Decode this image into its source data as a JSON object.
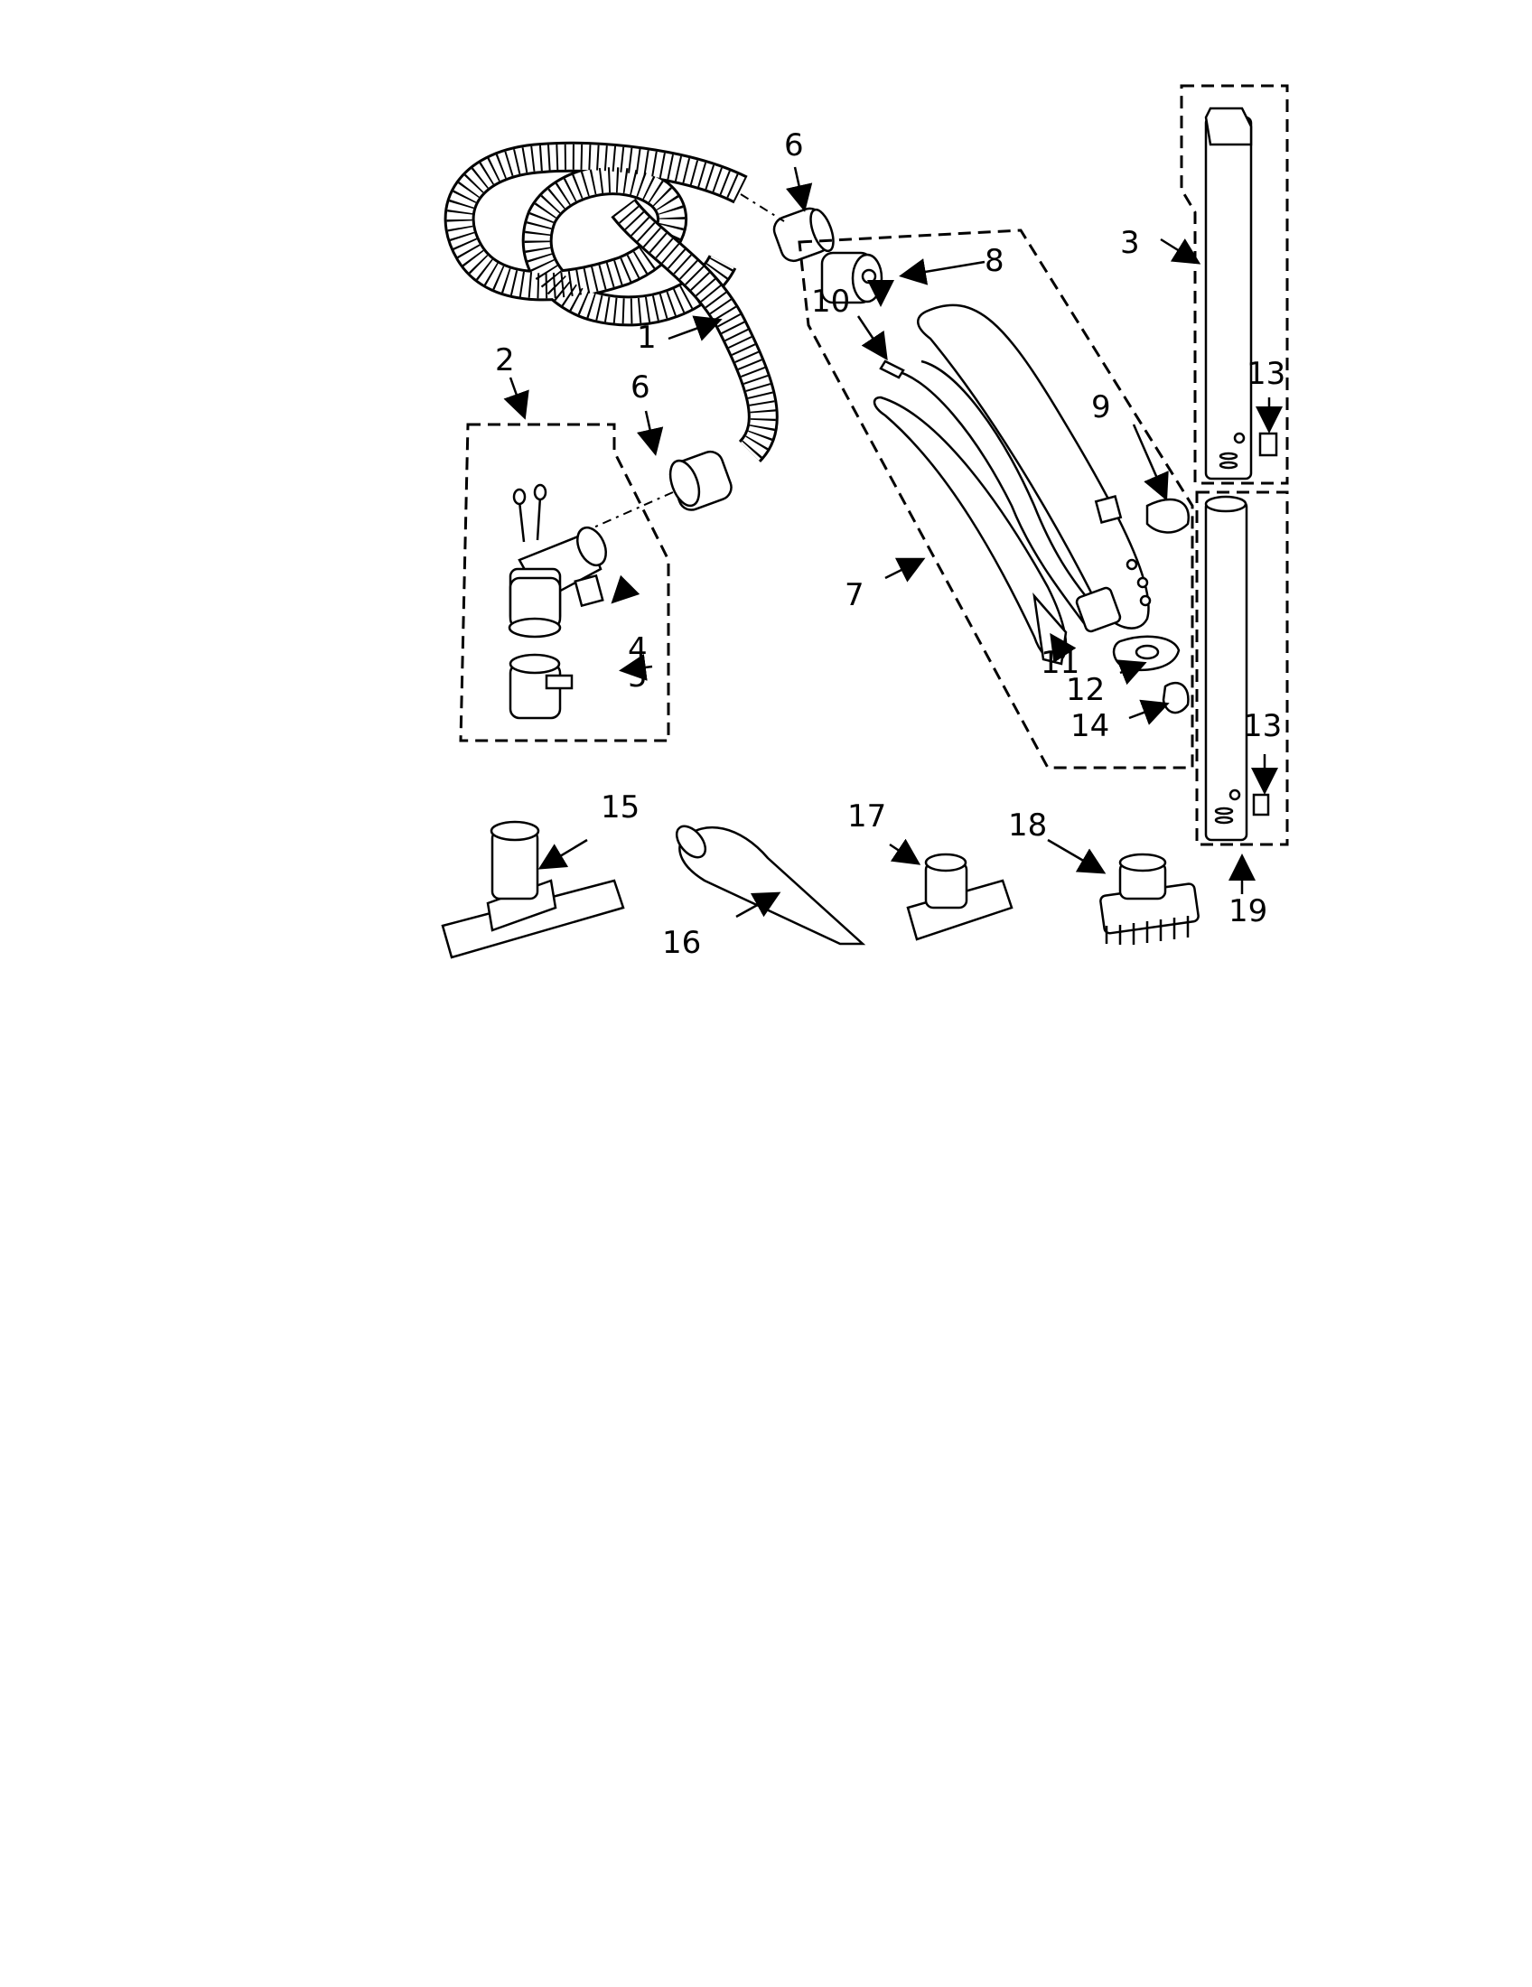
{
  "diagram": {
    "labels": {
      "p1": "1",
      "p2": "2",
      "p3": "3",
      "p4": "4",
      "p5": "5",
      "p6a": "6",
      "p6b": "6",
      "p7": "7",
      "p8": "8",
      "p9": "9",
      "p10": "10",
      "p11": "11",
      "p12": "12",
      "p13a": "13",
      "p13b": "13",
      "p14": "14",
      "p15": "15",
      "p16": "16",
      "p17": "17",
      "p18": "18",
      "p19": "19"
    }
  }
}
